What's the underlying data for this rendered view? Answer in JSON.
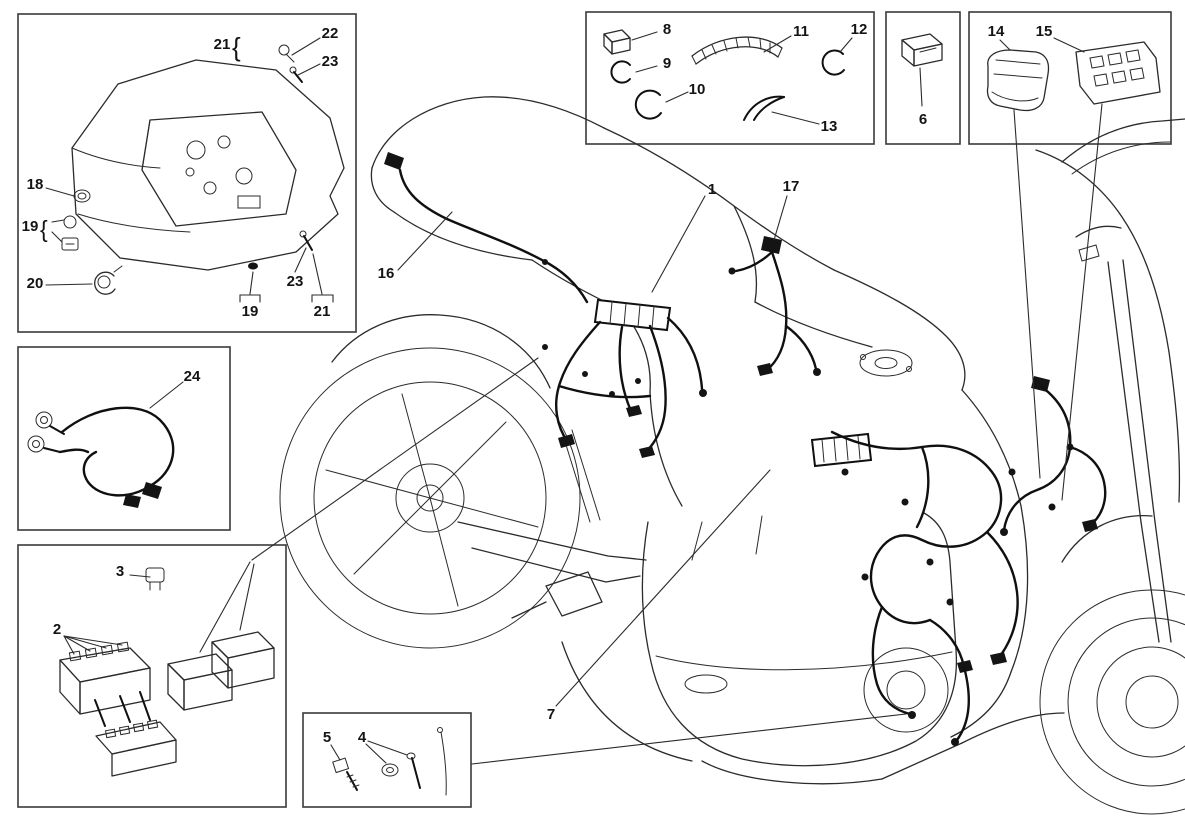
{
  "diagram": {
    "background_color": "#ffffff",
    "line_color": "#1f1f1f",
    "brace": "{",
    "callouts": {
      "c1": "1",
      "c2": "2",
      "c3": "3",
      "c4": "4",
      "c5": "5",
      "c6": "6",
      "c7": "7",
      "c8": "8",
      "c9": "9",
      "c10": "10",
      "c11": "11",
      "c12": "12",
      "c13": "13",
      "c14": "14",
      "c15": "15",
      "c16": "16",
      "c17": "17",
      "c18": "18",
      "c19a": "19",
      "c19b": "19",
      "c20": "20",
      "c21a": "21",
      "c21b": "21",
      "c22": "22",
      "c23a": "23",
      "c23b": "23",
      "c24": "24"
    }
  }
}
